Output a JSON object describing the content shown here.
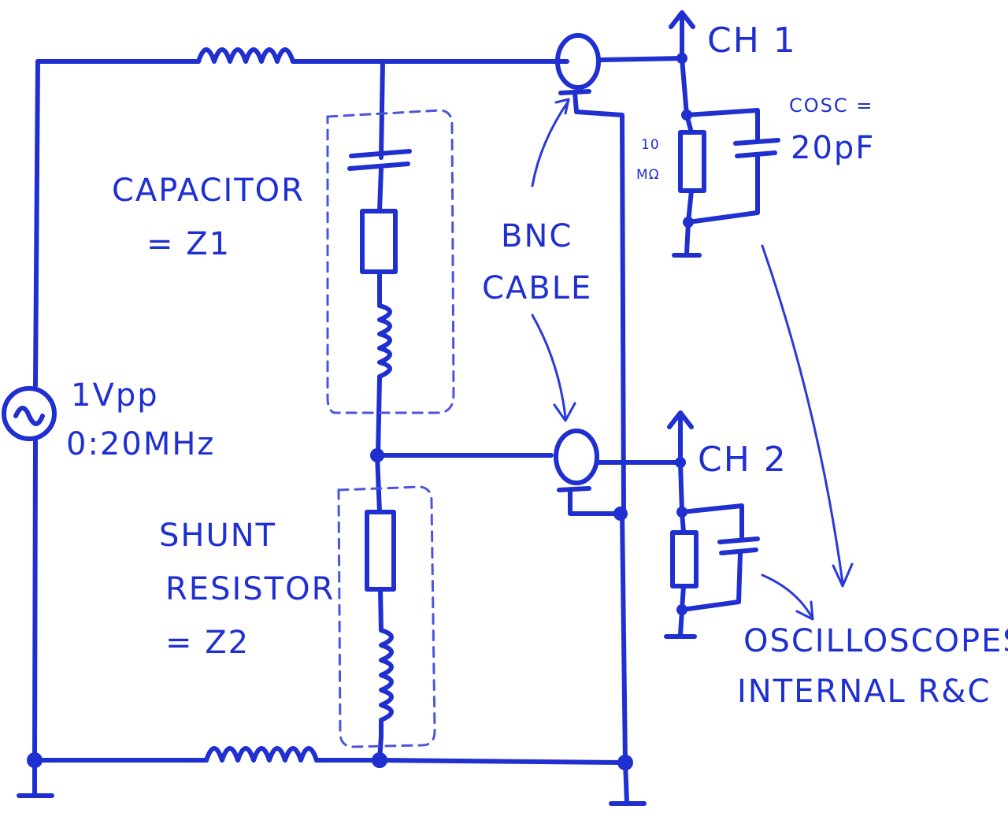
{
  "labels": {
    "ch1": "CH 1",
    "ch2": "CH 2",
    "capacitor": "CAPACITOR",
    "z1": "= Z1",
    "shunt": "SHUNT",
    "resistor": "RESISTOR",
    "z2": "= Z2",
    "bnc": "BNC",
    "cable": "CABLE",
    "vpp": "1Vpp",
    "freq": "0:20MHz",
    "cosc": "COSC =",
    "pf": "20pF",
    "r10": "10",
    "mohm": "MΩ",
    "osc1": "OSCILLOSCOPES",
    "osc2": "INTERNAL R&C"
  },
  "colors": {
    "ink": "#1f2fd0",
    "paper": "#ffffff"
  }
}
